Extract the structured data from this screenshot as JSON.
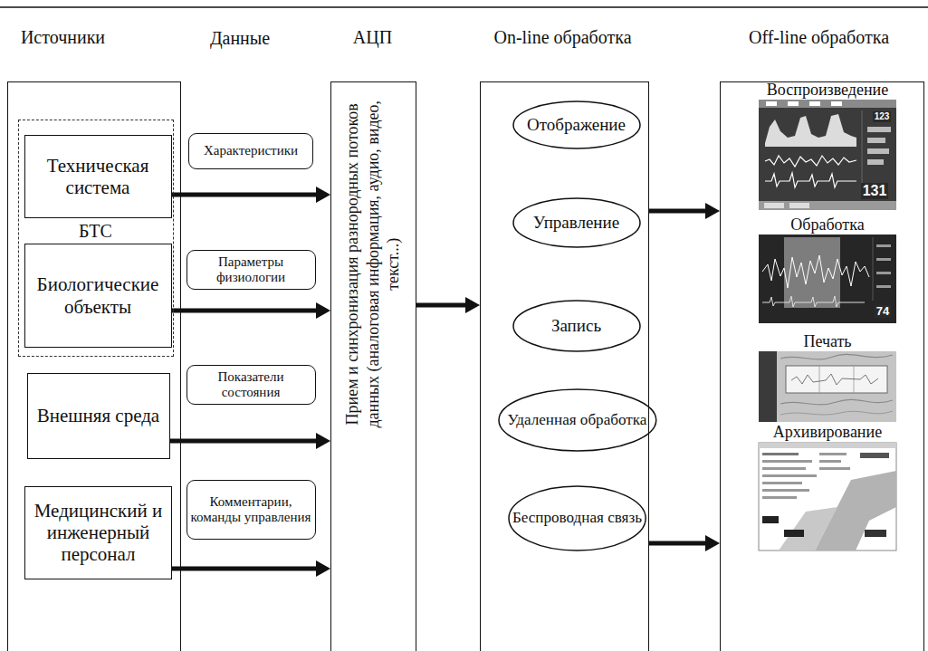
{
  "diagram": {
    "nodes": [
      {
        "text": [
          "Источники"
        ]
      },
      {
        "text": [
          "БТС"
        ],
        "in": 0
      },
      {
        "text": [
          "Техническая система"
        ],
        "in": 1
      },
      {
        "text": [
          "Биологические объекты"
        ],
        "in": 1
      },
      {
        "text": [
          "Внешняя среда"
        ],
        "in": 0
      },
      {
        "text": [
          "Медицинский и инженерный персонал"
        ],
        "in": 0
      },
      {
        "text": [
          "Характеристики"
        ]
      },
      {
        "text": [
          "Параметры физиологии"
        ]
      },
      {
        "text": [
          "Показатели состояния"
        ]
      },
      {
        "text": [
          "Комментарии, команды управления"
        ]
      },
      {
        "text": [
          "АЦП",
          "Прием и синхронизация разнородных потоков данных (аналоговая информация, аудио, видео, текст...)"
        ]
      },
      {
        "text": [
          "On-line обработка"
        ]
      },
      {
        "text": [
          "Отображение"
        ],
        "in": 11
      },
      {
        "text": [
          "Управление"
        ],
        "in": 11
      },
      {
        "text": [
          "Запись"
        ],
        "in": 11
      },
      {
        "text": [
          "Удаленная обработка"
        ],
        "in": 11
      },
      {
        "text": [
          "Беспроводная связь"
        ],
        "in": 11
      },
      {
        "text": [
          "Off-line обработка"
        ]
      }
    ],
    "edges": [
      {
        "from": 2,
        "to": 10,
        "arrow": "to"
      },
      {
        "from": 3,
        "to": 10,
        "arrow": "to"
      },
      {
        "from": 4,
        "to": 10,
        "arrow": "to"
      },
      {
        "from": 5,
        "to": 10,
        "arrow": "to"
      },
      {
        "from": 10,
        "to": 11,
        "arrow": "to"
      },
      {
        "from": 11,
        "to": 17,
        "arrow": "to"
      },
      {
        "from": 11,
        "to": 17,
        "arrow": "to"
      }
    ],
    "labels": [
      "Данные",
      "Воспроизведение",
      "Обработка",
      "Печать",
      "Архивирование",
      "123",
      "131",
      "74"
    ]
  }
}
